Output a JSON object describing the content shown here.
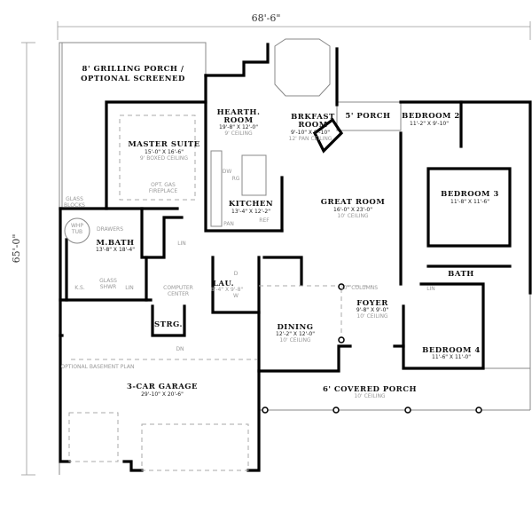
{
  "dimensions": {
    "width": "68'-6\"",
    "depth": "65'-0\""
  },
  "rooms": {
    "grilling_porch": {
      "name1": "8' GRILLING PORCH /",
      "name2": "OPTIONAL SCREENED"
    },
    "master_suite": {
      "name": "MASTER SUITE",
      "size": "15'-0\" X 16'-6\"",
      "ceiling": "9' BOXED CEILING"
    },
    "fireplace": {
      "line1": "OPT. GAS",
      "line2": "FIREPLACE"
    },
    "hearth_room": {
      "name1": "HEARTH.",
      "name2": "ROOM",
      "size": "19'-8\" X 12'-0\"",
      "ceiling": "9' CEILING"
    },
    "breakfast_room": {
      "name1": "BRKFAST",
      "name2": "ROOM",
      "size": "9'-10\" X 9'-10\"",
      "ceiling": "12' PAN CEILING"
    },
    "porch_5": {
      "name": "5' PORCH"
    },
    "kitchen": {
      "name": "KITCHEN",
      "size": "13'-4\" X 12'-2\"",
      "dw": "DW",
      "rg": "RG",
      "pan": "PAN",
      "ref": "REF"
    },
    "great_room": {
      "name": "GREAT ROOM",
      "size": "16'-0\" X 23'-0\"",
      "ceiling": "10' CEILING"
    },
    "bedroom_2": {
      "name": "BEDROOM 2",
      "size": "11'-2\" X 9'-10\""
    },
    "bedroom_3": {
      "name": "BEDROOM 3",
      "size": "11'-8\" X 11'-6\""
    },
    "bath": {
      "name": "BATH"
    },
    "bedroom_4": {
      "name": "BEDROOM 4",
      "size": "11'-6\" X 11'-0\""
    },
    "glass_blocks": {
      "line1": "GLASS",
      "line2": "BLOCKS"
    },
    "whirlpool": {
      "line1": "WHP",
      "line2": "TUB"
    },
    "drawers": {
      "name": "DRAWERS"
    },
    "master_bath": {
      "name": "M.BATH",
      "size": "13'-8\" X 18'-4\""
    },
    "glass_shower": {
      "line1": "GLASS",
      "line2": "SHWR"
    },
    "ks": {
      "name": "K.S."
    },
    "lin1": {
      "name": "LIN"
    },
    "lin2": {
      "name": "LIN"
    },
    "lin3": {
      "name": "LIN"
    },
    "computer_center": {
      "line1": "COMPUTER",
      "line2": "CENTER"
    },
    "laundry": {
      "name": "LAU.",
      "size": "8'-4\" X 9'-8\"",
      "d": "D",
      "w": "W"
    },
    "storage": {
      "name": "STRG."
    },
    "columns": {
      "name": "10\" COLUMNS"
    },
    "foyer": {
      "name": "FOYER",
      "size": "9'-8\" X 9'-0\"",
      "ceiling": "10' CEILING"
    },
    "dining": {
      "name": "DINING",
      "size": "12'-2\" X 12'-0\"",
      "ceiling": "10' CEILING"
    },
    "basement": {
      "name": "OPTIONAL BASEMENT PLAN"
    },
    "garage": {
      "name": "3-CAR GARAGE",
      "size": "29'-10\" X 20'-6\""
    },
    "covered_porch": {
      "name": "6' COVERED PORCH",
      "ceiling": "10' CEILING"
    },
    "dn": {
      "name": "DN"
    }
  }
}
